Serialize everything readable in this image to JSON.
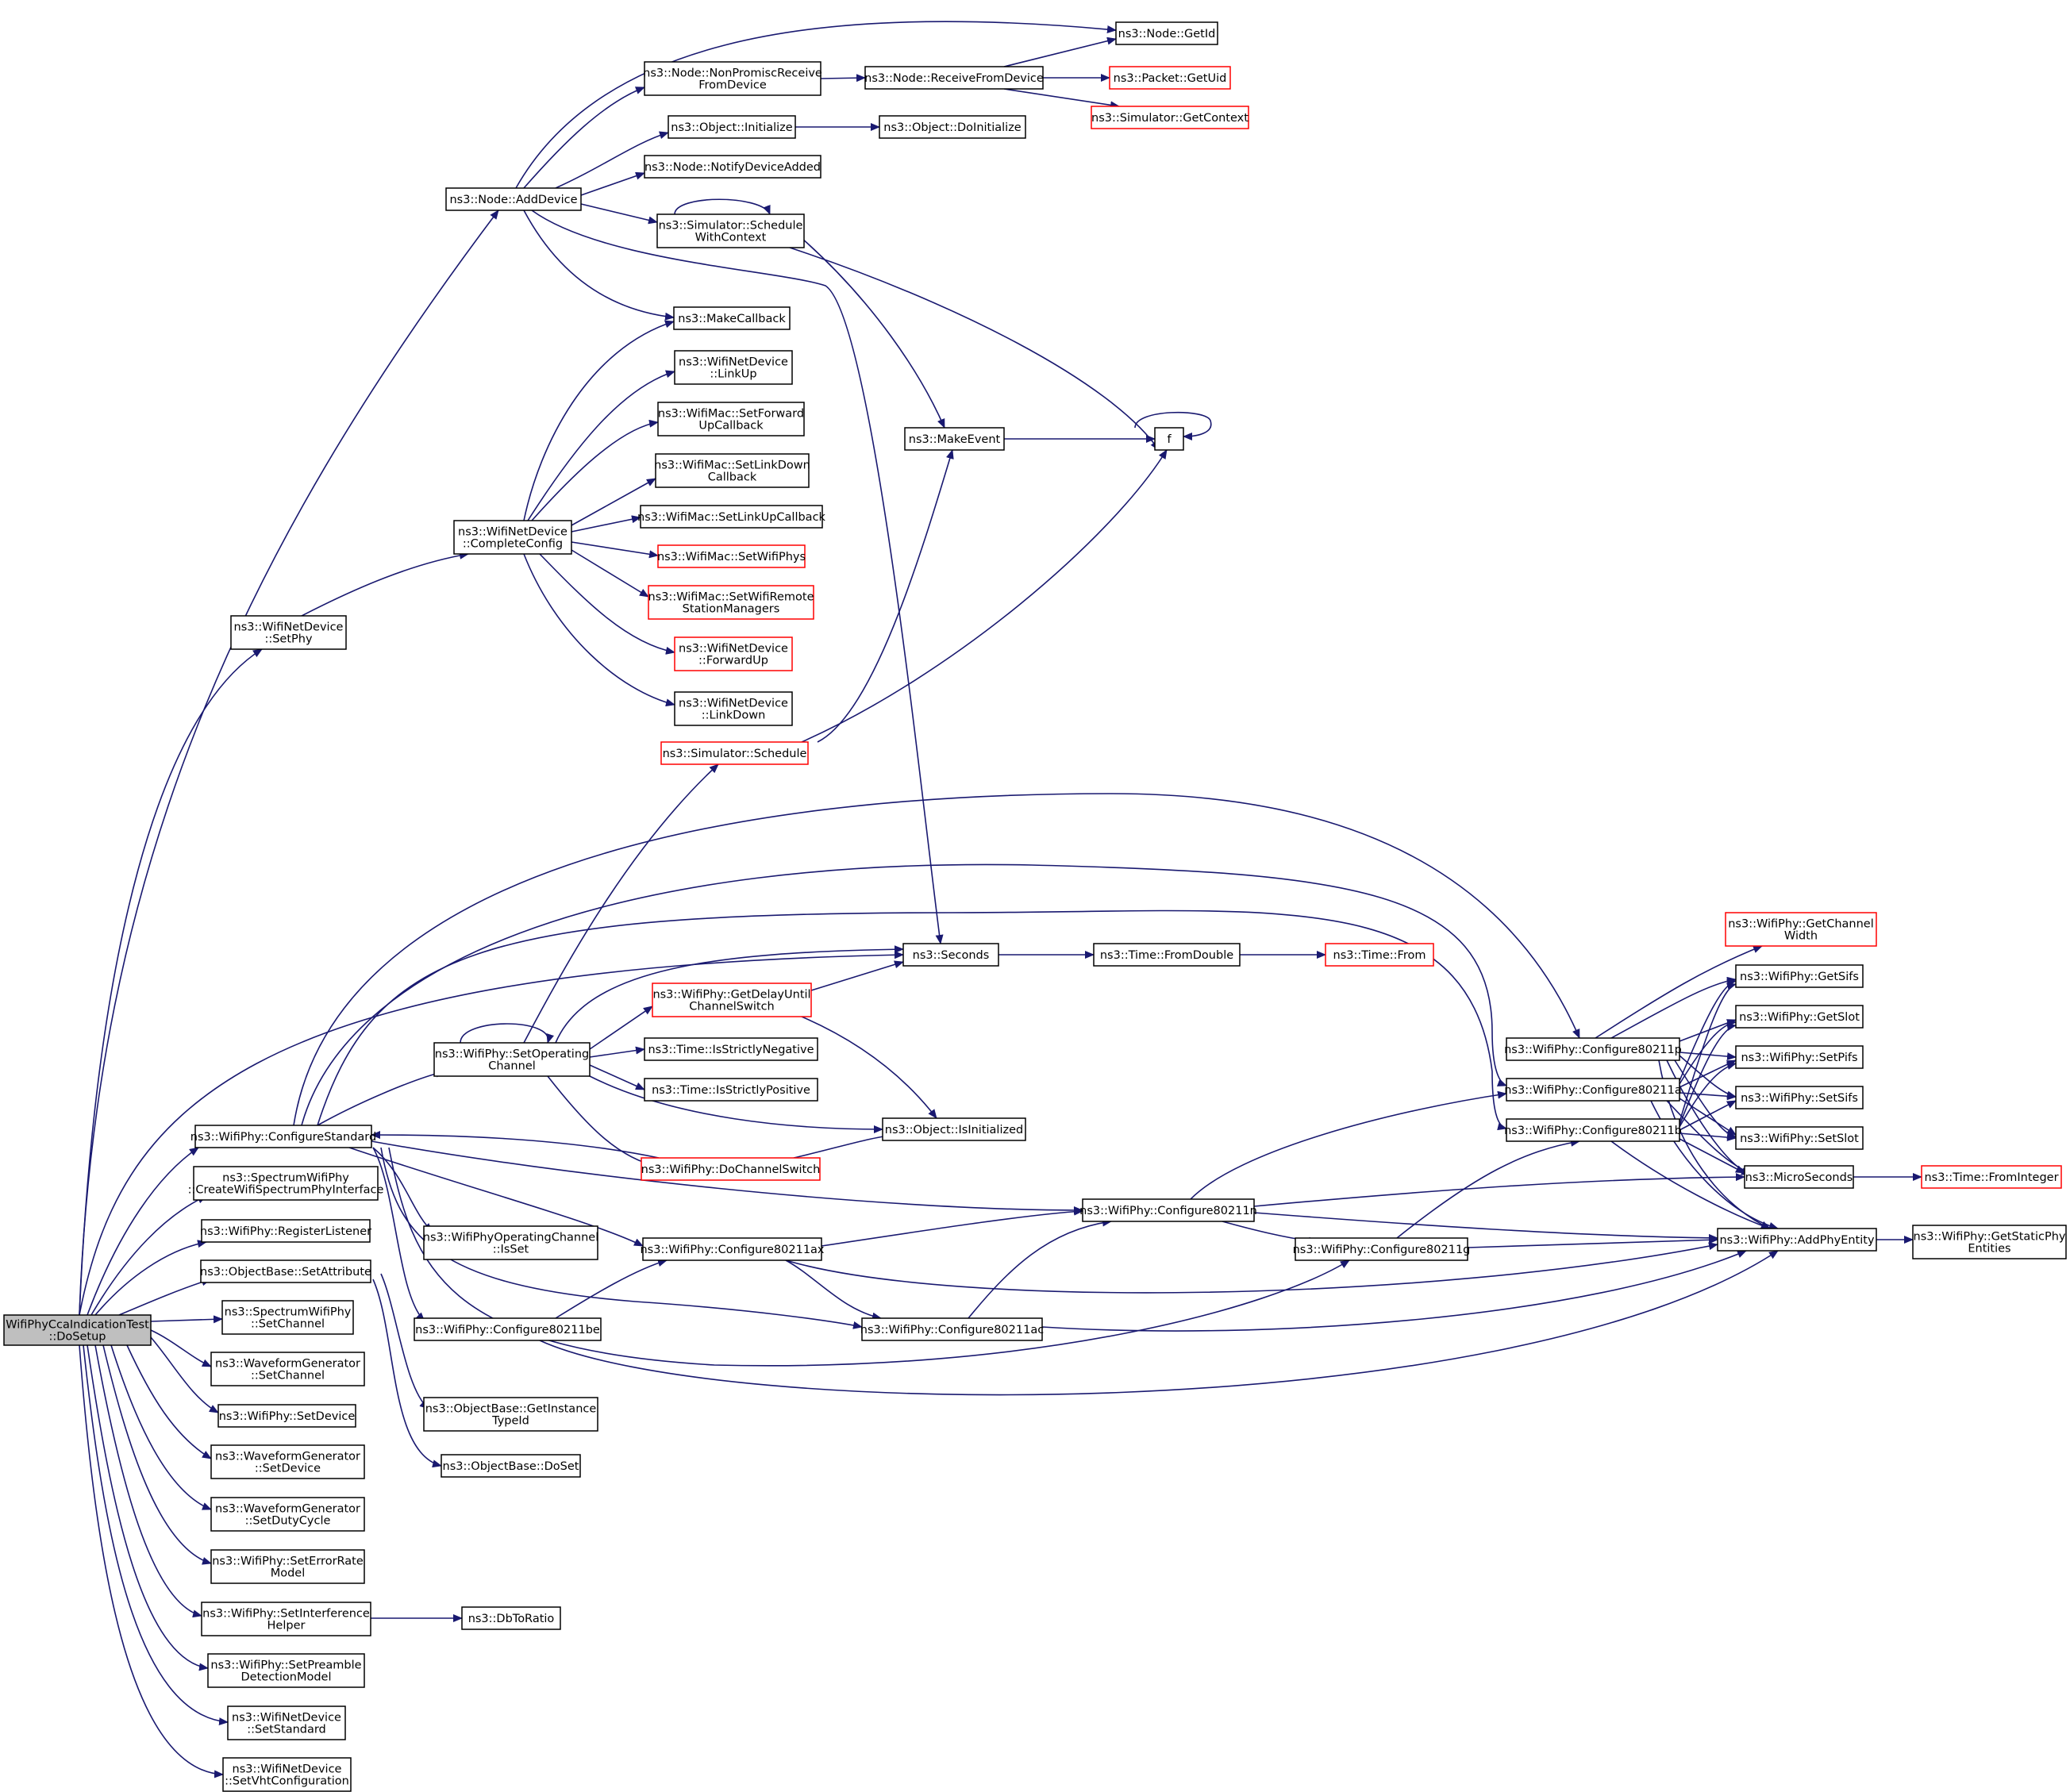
{
  "graph": {
    "colors": {
      "edge": "#191970",
      "node_border": "#000000",
      "node_border_truncated": "#ff0000",
      "root_fill": "#bfbfbf",
      "node_fill": "#ffffff",
      "text": "#000000"
    },
    "nodes": [
      {
        "id": "root",
        "lines": [
          "WifiPhyCcaIndicationTest",
          "::DoSetup"
        ],
        "root": true
      },
      {
        "id": "node_adddevice",
        "lines": [
          "ns3::Node::AddDevice"
        ]
      },
      {
        "id": "node_getid",
        "lines": [
          "ns3::Node::GetId"
        ]
      },
      {
        "id": "node_nonpromisc",
        "lines": [
          "ns3::Node::NonPromiscReceive",
          "FromDevice"
        ]
      },
      {
        "id": "node_receivefromdevice",
        "lines": [
          "ns3::Node::ReceiveFromDevice"
        ]
      },
      {
        "id": "packet_getuid",
        "lines": [
          "ns3::Packet::GetUid"
        ],
        "truncated": true
      },
      {
        "id": "sim_getcontext",
        "lines": [
          "ns3::Simulator::GetContext"
        ],
        "truncated": true
      },
      {
        "id": "object_initialize",
        "lines": [
          "ns3::Object::Initialize"
        ]
      },
      {
        "id": "object_doinitialize",
        "lines": [
          "ns3::Object::DoInitialize"
        ]
      },
      {
        "id": "node_notifydeviceadded",
        "lines": [
          "ns3::Node::NotifyDeviceAdded"
        ]
      },
      {
        "id": "sim_schedulewithcontext",
        "lines": [
          "ns3::Simulator::Schedule",
          "WithContext"
        ]
      },
      {
        "id": "makecallback",
        "lines": [
          "ns3::MakeCallback"
        ]
      },
      {
        "id": "wnd_linkup",
        "lines": [
          "ns3::WifiNetDevice",
          "::LinkUp"
        ]
      },
      {
        "id": "mac_setforwardupcallback",
        "lines": [
          "ns3::WifiMac::SetForward",
          "UpCallback"
        ]
      },
      {
        "id": "mac_setlinkdowncallback",
        "lines": [
          "ns3::WifiMac::SetLinkDown",
          "Callback"
        ]
      },
      {
        "id": "mac_setlinkupcallback",
        "lines": [
          "ns3::WifiMac::SetLinkUpCallback"
        ]
      },
      {
        "id": "mac_setwifiphys",
        "lines": [
          "ns3::WifiMac::SetWifiPhys"
        ],
        "truncated": true
      },
      {
        "id": "mac_setwifiremotestationmanagers",
        "lines": [
          "ns3::WifiMac::SetWifiRemote",
          "StationManagers"
        ],
        "truncated": true
      },
      {
        "id": "wnd_forwardup",
        "lines": [
          "ns3::WifiNetDevice",
          "::ForwardUp"
        ],
        "truncated": true
      },
      {
        "id": "wnd_linkdown",
        "lines": [
          "ns3::WifiNetDevice",
          "::LinkDown"
        ]
      },
      {
        "id": "wnd_completeconfig",
        "lines": [
          "ns3::WifiNetDevice",
          "::CompleteConfig"
        ]
      },
      {
        "id": "wnd_setphy",
        "lines": [
          "ns3::WifiNetDevice",
          "::SetPhy"
        ]
      },
      {
        "id": "makeevent",
        "lines": [
          "ns3::MakeEvent"
        ]
      },
      {
        "id": "f",
        "lines": [
          "f"
        ]
      },
      {
        "id": "sim_schedule",
        "lines": [
          "ns3::Simulator::Schedule"
        ],
        "truncated": true
      },
      {
        "id": "seconds",
        "lines": [
          "ns3::Seconds"
        ]
      },
      {
        "id": "time_fromdouble",
        "lines": [
          "ns3::Time::FromDouble"
        ]
      },
      {
        "id": "time_from",
        "lines": [
          "ns3::Time::From"
        ],
        "truncated": true
      },
      {
        "id": "phy_getdelayuntilchannelswitch",
        "lines": [
          "ns3::WifiPhy::GetDelayUntil",
          "ChannelSwitch"
        ],
        "truncated": true
      },
      {
        "id": "phy_setoperatingchannel",
        "lines": [
          "ns3::WifiPhy::SetOperating",
          "Channel"
        ]
      },
      {
        "id": "time_isstrictlynegative",
        "lines": [
          "ns3::Time::IsStrictlyNegative"
        ]
      },
      {
        "id": "time_isstrictlypositive",
        "lines": [
          "ns3::Time::IsStrictlyPositive"
        ]
      },
      {
        "id": "object_isinitialized",
        "lines": [
          "ns3::Object::IsInitialized"
        ]
      },
      {
        "id": "phy_dochannelswitch",
        "lines": [
          "ns3::WifiPhy::DoChannelSwitch"
        ],
        "truncated": true
      },
      {
        "id": "phy_configurestandard",
        "lines": [
          "ns3::WifiPhy::ConfigureStandard"
        ]
      },
      {
        "id": "sphy_createinterface",
        "lines": [
          "ns3::SpectrumWifiPhy",
          "::CreateWifiSpectrumPhyInterface"
        ]
      },
      {
        "id": "phy_registerlistener",
        "lines": [
          "ns3::WifiPhy::RegisterListener"
        ]
      },
      {
        "id": "ob_setattribute",
        "lines": [
          "ns3::ObjectBase::SetAttribute"
        ]
      },
      {
        "id": "opch_isset",
        "lines": [
          "ns3::WifiPhyOperatingChannel",
          "::IsSet"
        ]
      },
      {
        "id": "phy_c80211ax",
        "lines": [
          "ns3::WifiPhy::Configure80211ax"
        ]
      },
      {
        "id": "phy_c80211be",
        "lines": [
          "ns3::WifiPhy::Configure80211be"
        ]
      },
      {
        "id": "phy_c80211n",
        "lines": [
          "ns3::WifiPhy::Configure80211n"
        ]
      },
      {
        "id": "phy_c80211g",
        "lines": [
          "ns3::WifiPhy::Configure80211g"
        ]
      },
      {
        "id": "phy_c80211ac",
        "lines": [
          "ns3::WifiPhy::Configure80211ac"
        ]
      },
      {
        "id": "phy_c80211p",
        "lines": [
          "ns3::WifiPhy::Configure80211p"
        ]
      },
      {
        "id": "phy_c80211a",
        "lines": [
          "ns3::WifiPhy::Configure80211a"
        ]
      },
      {
        "id": "phy_c80211b",
        "lines": [
          "ns3::WifiPhy::Configure80211b"
        ]
      },
      {
        "id": "phy_getchannelwidth",
        "lines": [
          "ns3::WifiPhy::GetChannel",
          "Width"
        ],
        "truncated": true
      },
      {
        "id": "phy_getsifs",
        "lines": [
          "ns3::WifiPhy::GetSifs"
        ]
      },
      {
        "id": "phy_getslot",
        "lines": [
          "ns3::WifiPhy::GetSlot"
        ]
      },
      {
        "id": "phy_setpifs",
        "lines": [
          "ns3::WifiPhy::SetPifs"
        ]
      },
      {
        "id": "phy_setsifs",
        "lines": [
          "ns3::WifiPhy::SetSifs"
        ]
      },
      {
        "id": "phy_setslot",
        "lines": [
          "ns3::WifiPhy::SetSlot"
        ]
      },
      {
        "id": "microseconds",
        "lines": [
          "ns3::MicroSeconds"
        ]
      },
      {
        "id": "time_frominteger",
        "lines": [
          "ns3::Time::FromInteger"
        ],
        "truncated": true
      },
      {
        "id": "phy_addphyentity",
        "lines": [
          "ns3::WifiPhy::AddPhyEntity"
        ]
      },
      {
        "id": "phy_getstaticphyentities",
        "lines": [
          "ns3::WifiPhy::GetStaticPhy",
          "Entities"
        ]
      },
      {
        "id": "sphy_setchannel",
        "lines": [
          "ns3::SpectrumWifiPhy",
          "::SetChannel"
        ]
      },
      {
        "id": "wg_setchannel",
        "lines": [
          "ns3::WaveformGenerator",
          "::SetChannel"
        ]
      },
      {
        "id": "ob_getinstancetypeid",
        "lines": [
          "ns3::ObjectBase::GetInstance",
          "TypeId"
        ]
      },
      {
        "id": "phy_setdevice",
        "lines": [
          "ns3::WifiPhy::SetDevice"
        ]
      },
      {
        "id": "ob_doset",
        "lines": [
          "ns3::ObjectBase::DoSet"
        ]
      },
      {
        "id": "wg_setdevice",
        "lines": [
          "ns3::WaveformGenerator",
          "::SetDevice"
        ]
      },
      {
        "id": "wg_setdutycycle",
        "lines": [
          "ns3::WaveformGenerator",
          "::SetDutyCycle"
        ]
      },
      {
        "id": "phy_seterrorratemodel",
        "lines": [
          "ns3::WifiPhy::SetErrorRate",
          "Model"
        ]
      },
      {
        "id": "phy_setinterferencehelper",
        "lines": [
          "ns3::WifiPhy::SetInterference",
          "Helper"
        ]
      },
      {
        "id": "dbtoratio",
        "lines": [
          "ns3::DbToRatio"
        ]
      },
      {
        "id": "phy_setpreambledetectionmodel",
        "lines": [
          "ns3::WifiPhy::SetPreamble",
          "DetectionModel"
        ]
      },
      {
        "id": "wnd_setstandard",
        "lines": [
          "ns3::WifiNetDevice",
          "::SetStandard"
        ]
      },
      {
        "id": "wnd_setvhtconfiguration",
        "lines": [
          "ns3::WifiNetDevice",
          "::SetVhtConfiguration"
        ]
      }
    ]
  }
}
